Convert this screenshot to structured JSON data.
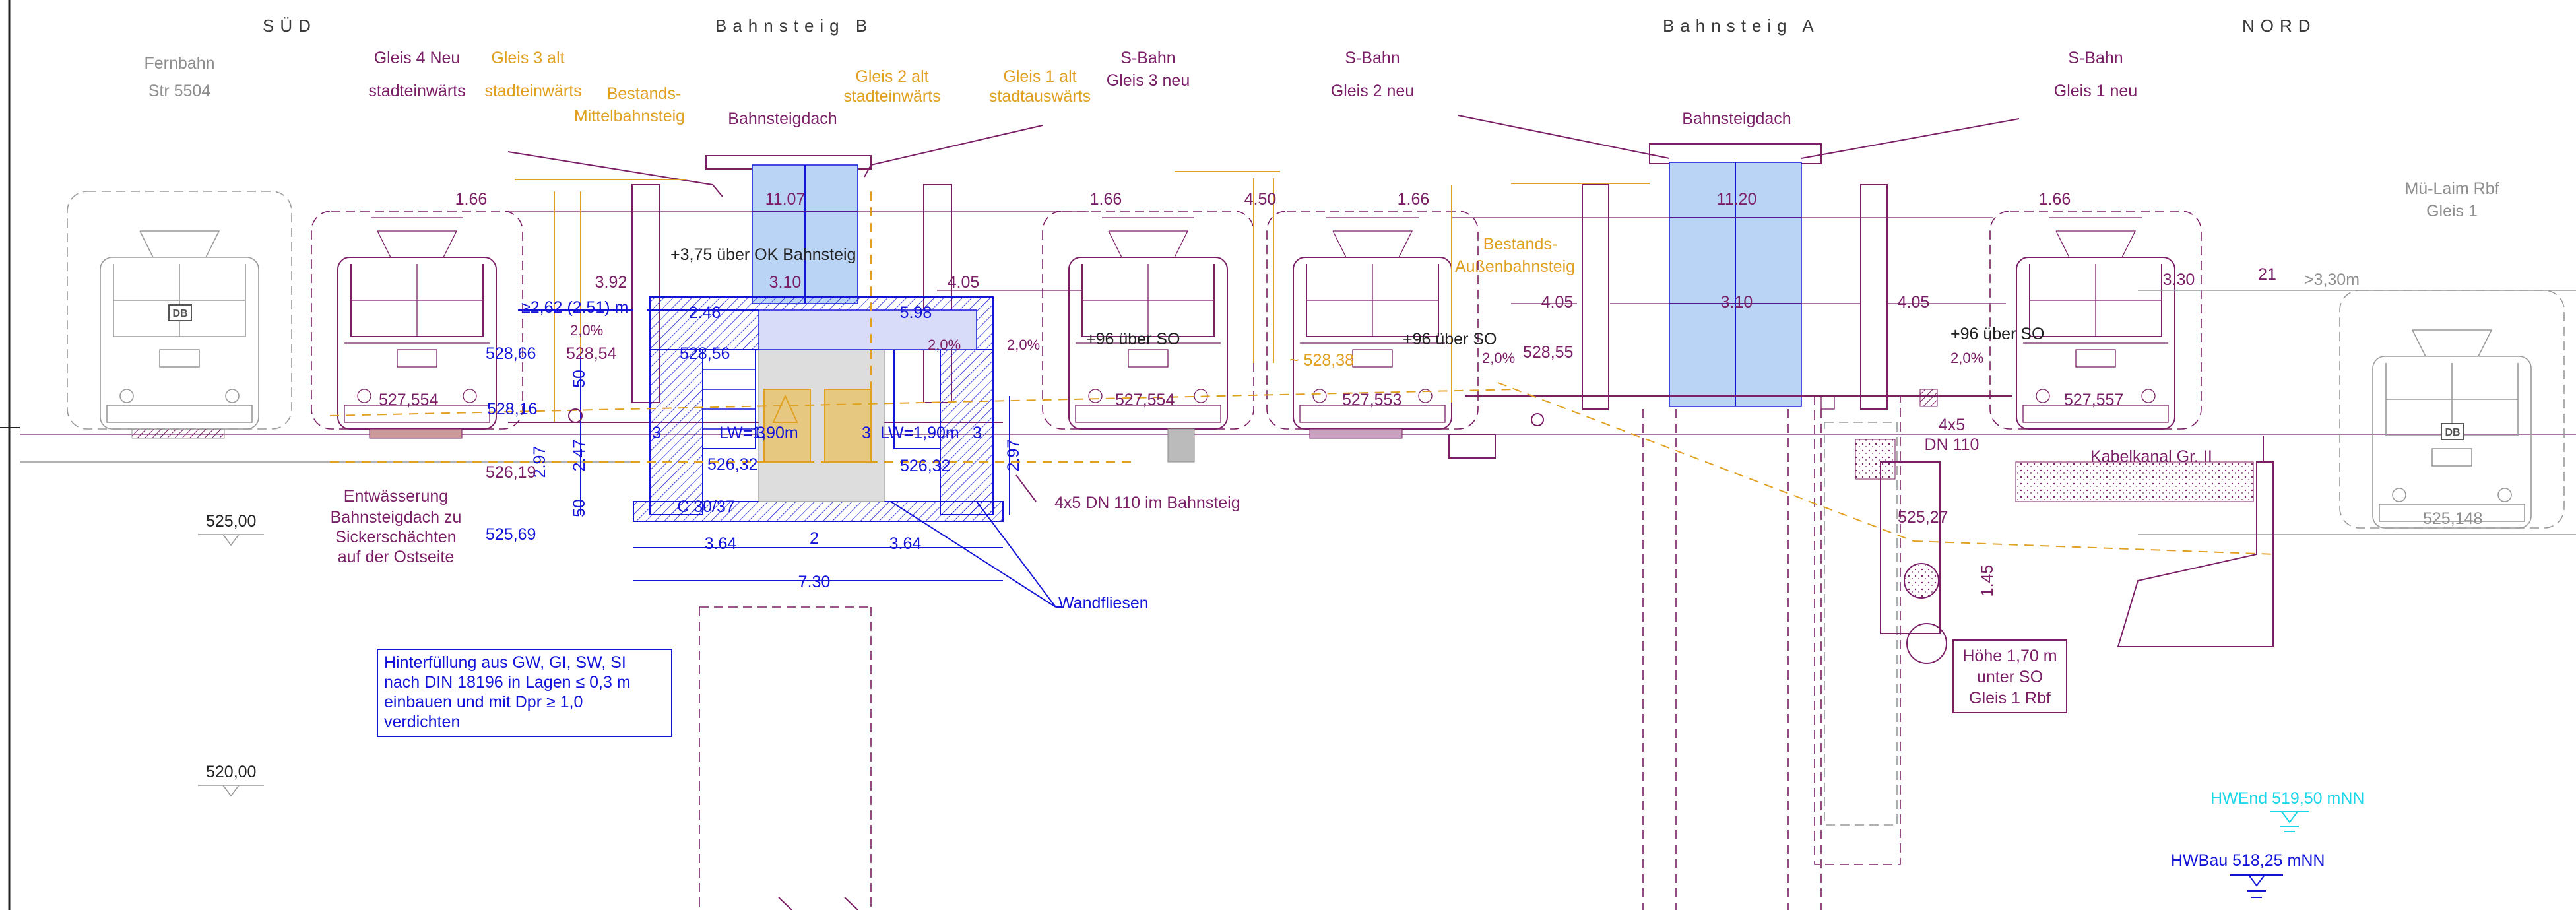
{
  "headers": {
    "sued": "SÜD",
    "bahnsteig_b": "Bahnsteig B",
    "bahnsteig_a": "Bahnsteig A",
    "nord": "NORD"
  },
  "tracks": {
    "fernbahn_line1": "Fernbahn",
    "fernbahn_line2": "Str 5504",
    "gleis4_line1": "Gleis 4 Neu",
    "gleis4_line2": "stadteinwärts",
    "gleis3alt_line1": "Gleis 3 alt",
    "gleis3alt_line2": "stadteinwärts",
    "bestands_mittel_line1": "Bestands-",
    "bestands_mittel_line2": "Mittelbahnsteig",
    "gleis2alt_line1": "Gleis 2 alt",
    "gleis2alt_line2": "stadteinwärts",
    "gleis1alt_line1": "Gleis 1 alt",
    "gleis1alt_line2": "stadtauswärts",
    "sbahn3_line1": "S-Bahn",
    "sbahn3_line2": "Gleis 3 neu",
    "sbahn2_line1": "S-Bahn",
    "sbahn2_line2": "Gleis 2 neu",
    "sbahn1_line1": "S-Bahn",
    "sbahn1_line2": "Gleis 1 neu",
    "mulaim_line1": "Mü-Laim Rbf",
    "mulaim_line2": "Gleis 1",
    "bestands_aussen_line1": "Bestands-",
    "bestands_aussen_line2": "Außenbahnsteig"
  },
  "roofs": {
    "bahnsteigdach_b": "Bahnsteigdach",
    "bahnsteigdach_a": "Bahnsteigdach",
    "height_b": "11.07",
    "height_a": "11.20",
    "above_platform": "+3,75 über OK Bahnsteig"
  },
  "dimensions": {
    "d166_1": "1.66",
    "d166_2": "1.66",
    "d166_3": "1.66",
    "d166_4": "1.66",
    "d450": "4.50",
    "d392": "3.92",
    "d310_b": "3.10",
    "d405_b": "4.05",
    "d262": "≥2,62 (2.51) m",
    "d246": "2.46",
    "d598": "5.98",
    "d405_a1": "4.05",
    "d310_a": "3.10",
    "d405_a2": "4.05",
    "d330": "3.30",
    "d21": "21",
    "d330b": ">3,30m",
    "d297_l": "2.97",
    "d247": "2.47",
    "d50_1": "50",
    "d50_2": "50",
    "d297_r": "2.97",
    "d3_1": "3",
    "d3_2": "3",
    "d3_3": "3",
    "d3_4": "3",
    "d364_l": "3.64",
    "d2": "2",
    "d364_r": "3.64",
    "d730": "7.30",
    "d145": "1.45",
    "lw_left": "LW=1,90m",
    "lw_right": "LW=1,90m",
    "concrete": "C 30/37",
    "slope_1": "2,0%",
    "slope_2": "2,0%",
    "slope_3": "2,0%",
    "slope_4": "2,0%",
    "slope_5": "2,0%"
  },
  "elevations": {
    "e52866": "528,66",
    "e52854": "528,54",
    "e52816": "528,16",
    "e52856": "528,56",
    "e527554_l": "527,554",
    "e52619": "526,19",
    "e52569": "525,69",
    "e52632_l": "526,32",
    "e52632_r": "526,32",
    "e527554_r": "527,554",
    "e52838": "~ 528,38",
    "e527553": "527,553",
    "e52855": "528,55",
    "e52527": "525,27",
    "e527557": "527,557",
    "e525148": "525,148",
    "e52500": "525,00",
    "e52000": "520,00",
    "plus96_1": "+96 über SO",
    "plus96_2": "+96 über SO",
    "plus96_3": "+96 über SO"
  },
  "notes": {
    "entwaesserung_line1": "Entwässerung",
    "entwaesserung_line2": "Bahnsteigdach zu",
    "entwaesserung_line3": "Sickerschächten",
    "entwaesserung_line4": "auf der Ostseite",
    "dn110_platform": "4x5 DN 110 im Bahnsteig",
    "dn110_a_line1": "4x5",
    "dn110_a_line2": "DN 110",
    "wandfliesen": "Wandfliesen",
    "kabelkanal": "Kabelkanal Gr. II",
    "hoehe_line1": "Höhe 1,70 m",
    "hoehe_line2": "unter SO",
    "hoehe_line3": "Gleis 1 Rbf",
    "hint_line1": "Hinterfüllung aus GW, GI, SW, SI",
    "hint_line2": "nach DIN 18196 in Lagen ≤ 0,3 m",
    "hint_line3": "einbauen und mit Dpr ≥ 1,0",
    "hint_line4": "verdichten",
    "db_logo": "DB"
  },
  "water": {
    "hw_end": "HWEnd 519,50 mNN",
    "hw_bau": "HWBau 518,25 mNN"
  },
  "colors": {
    "purple": "#7a1f66",
    "orange": "#e0a020",
    "blue": "#1414d8",
    "gray": "#9a9a9a",
    "cyan": "#19d7e8",
    "glass": "#b9d4f4"
  }
}
